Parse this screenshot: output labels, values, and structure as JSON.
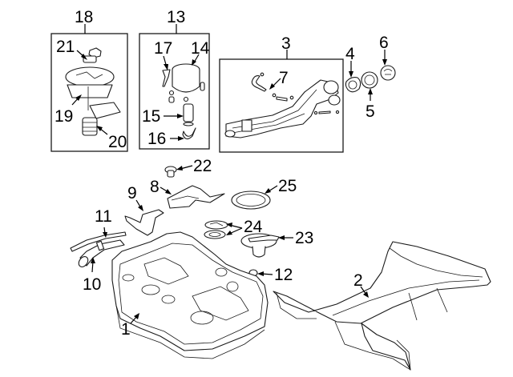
{
  "diagram": {
    "type": "exploded-parts-diagram",
    "subject": "fuel tank and components",
    "groups": [
      {
        "id": "18",
        "label": "18",
        "contains": [
          "19",
          "20",
          "21"
        ]
      },
      {
        "id": "13",
        "label": "13",
        "contains": [
          "14",
          "15",
          "16",
          "17"
        ]
      },
      {
        "id": "3",
        "label": "3",
        "contains": [
          "7"
        ]
      }
    ],
    "callouts": [
      {
        "id": "c1",
        "label": "1",
        "part": "fuel-tank"
      },
      {
        "id": "c2",
        "label": "2",
        "part": "tank-protector-crossmember"
      },
      {
        "id": "c3",
        "label": "3",
        "part": "filler-neck-assembly"
      },
      {
        "id": "c4",
        "label": "4",
        "part": "filler-seal"
      },
      {
        "id": "c5",
        "label": "5",
        "part": "filler-ring"
      },
      {
        "id": "c6",
        "label": "6",
        "part": "fuel-cap"
      },
      {
        "id": "c7",
        "label": "7",
        "part": "vent-hose"
      },
      {
        "id": "c8",
        "label": "8",
        "part": "heat-shield"
      },
      {
        "id": "c9",
        "label": "9",
        "part": "bracket"
      },
      {
        "id": "c10",
        "label": "10",
        "part": "filler-hose"
      },
      {
        "id": "c11",
        "label": "11",
        "part": "vent-hose-b"
      },
      {
        "id": "c12",
        "label": "12",
        "part": "plug"
      },
      {
        "id": "c13",
        "label": "13",
        "part": "fuel-pump-assembly"
      },
      {
        "id": "c14",
        "label": "14",
        "part": "pump-housing"
      },
      {
        "id": "c15",
        "label": "15",
        "part": "fuel-pump"
      },
      {
        "id": "c16",
        "label": "16",
        "part": "clip"
      },
      {
        "id": "c17",
        "label": "17",
        "part": "wire-harness"
      },
      {
        "id": "c18",
        "label": "18",
        "part": "sending-unit-assembly"
      },
      {
        "id": "c19",
        "label": "19",
        "part": "sending-unit"
      },
      {
        "id": "c20",
        "label": "20",
        "part": "strainer"
      },
      {
        "id": "c21",
        "label": "21",
        "part": "regulator"
      },
      {
        "id": "c22",
        "label": "22",
        "part": "grommet"
      },
      {
        "id": "c23",
        "label": "23",
        "part": "sub-tank-cover"
      },
      {
        "id": "c24",
        "label": "24",
        "part": "gaskets"
      },
      {
        "id": "c25",
        "label": "25",
        "part": "lock-ring"
      }
    ]
  }
}
